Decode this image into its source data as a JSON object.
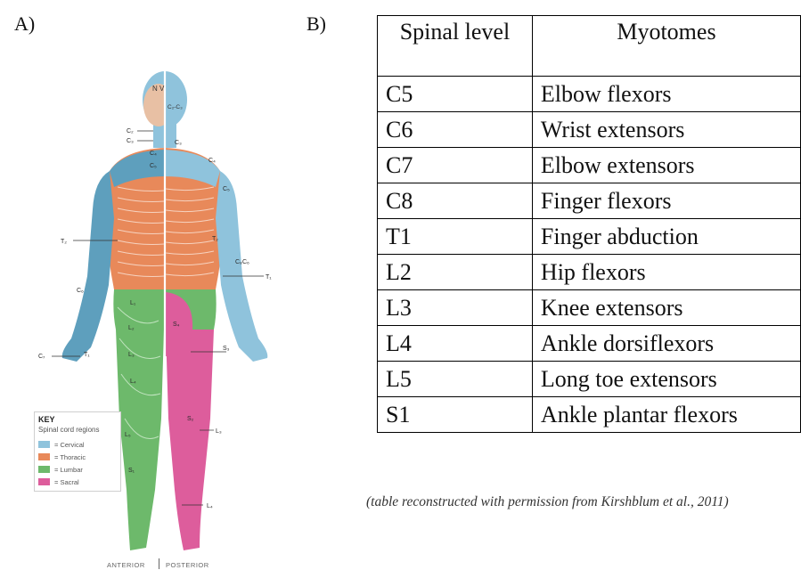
{
  "panel_a": {
    "label": "A)",
    "image_alt": "dermatome-map-illustration",
    "head_labels": [
      "N",
      "V",
      "C₂-C₃"
    ],
    "dermatome_labels": [
      "C₂",
      "C₃",
      "C₃",
      "C₄",
      "C₄",
      "C₅",
      "C₅",
      "C₆",
      "C₆",
      "C₇",
      "C₈",
      "T₁",
      "T₁",
      "T₂",
      "T₂",
      "L₁",
      "L₂",
      "L₃",
      "L₄",
      "L₅",
      "S₁",
      "S₂",
      "S₃",
      "S₄",
      "L₃",
      "L₄"
    ],
    "key": {
      "title": "KEY",
      "subtitle": "Spinal cord regions",
      "items": [
        {
          "label": "= Cervical",
          "color": "#8fc3dc"
        },
        {
          "label": "= Thoracic",
          "color": "#e8895a"
        },
        {
          "label": "= Lumbar",
          "color": "#6db96b"
        },
        {
          "label": "= Sacral",
          "color": "#dd5d9c"
        }
      ]
    },
    "view_labels": {
      "anterior": "ANTERIOR",
      "posterior": "POSTERIOR"
    }
  },
  "panel_b": {
    "label": "B)",
    "table": {
      "headers": [
        "Spinal level",
        "Myotomes"
      ],
      "rows": [
        [
          "C5",
          "Elbow flexors"
        ],
        [
          "C6",
          "Wrist extensors"
        ],
        [
          "C7",
          "Elbow extensors"
        ],
        [
          "C8",
          "Finger flexors"
        ],
        [
          "T1",
          "Finger abduction"
        ],
        [
          "L2",
          "Hip flexors"
        ],
        [
          "L3",
          "Knee extensors"
        ],
        [
          "L4",
          "Ankle dorsiflexors"
        ],
        [
          "L5",
          "Long toe extensors"
        ],
        [
          "S1",
          "Ankle plantar flexors"
        ]
      ]
    },
    "note": "(table reconstructed with permission from Kirshblum et al., 2011)"
  },
  "colors": {
    "cervical": "#8fc3dc",
    "cervical_dark": "#5e9fbd",
    "thoracic": "#e8895a",
    "lumbar": "#6db96b",
    "sacral": "#dd5d9c",
    "skin": "#e8c0a4"
  }
}
